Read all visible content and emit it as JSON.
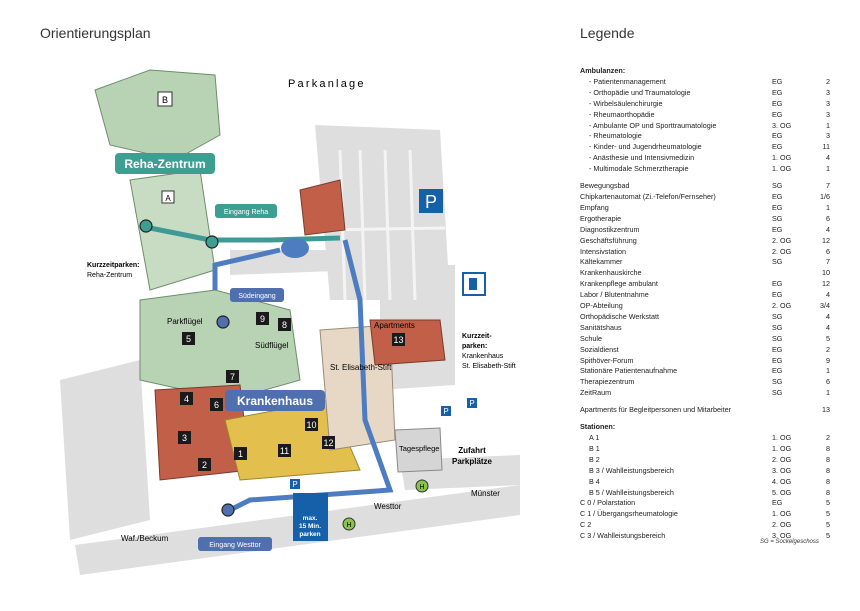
{
  "plan_title": "Orientierungsplan",
  "legend_title": "Legende",
  "map": {
    "parkanlage": "Parkanlage",
    "reha_zentrum": "Reha-Zentrum",
    "krankenhaus": "Krankenhaus",
    "eingang_reha": "Eingang Reha",
    "suedeingang": "Südeingang",
    "eingang_westtor": "Eingang Westtor",
    "parkfluegel": "Parkflügel",
    "suedfluegel": "Südflügel",
    "apartments": "Apartments",
    "st_elisabeth": "St. Elisabeth-Stift",
    "tagespflege": "Tagespflege",
    "zufahrt_1": "Zufahrt",
    "zufahrt_2": "Parkplätze",
    "westtor": "Westtor",
    "muenster": "Münster",
    "waf_beckum": "Waf./Beckum",
    "kurz_reha_1": "Kurzzeitparken:",
    "kurz_reha_2": "Reha-Zentrum",
    "kurz_kh_1": "Kurzzeit-",
    "kurz_kh_2": "parken:",
    "kurz_kh_3": "Krankenhaus",
    "kurz_kh_4": "St. Elisabeth-Stift",
    "parking_sign": "P",
    "p_small_1": "P",
    "p_small_2": "P",
    "p_small_3": "P",
    "max_1": "max.",
    "max_2": "15 Min.",
    "max_3": "parken",
    "h_1": "H",
    "h_2": "H",
    "bldg_b": "B",
    "bldg_a": "A",
    "numbers": [
      "1",
      "2",
      "3",
      "4",
      "5",
      "6",
      "7",
      "8",
      "9",
      "10",
      "11",
      "12",
      "13"
    ]
  },
  "legend": {
    "ambulanzen_title": "Ambulanzen:",
    "ambulanzen": [
      {
        "name": "- Patientenmanagement",
        "floor": "EG",
        "pos": "2"
      },
      {
        "name": "- Orthopädie und Traumatologie",
        "floor": "EG",
        "pos": "3"
      },
      {
        "name": "- Wirbelsäulenchirurgie",
        "floor": "EG",
        "pos": "3"
      },
      {
        "name": "- Rheumaorthopädie",
        "floor": "EG",
        "pos": "3"
      },
      {
        "name": "- Ambulante OP und Sporttraumatologie",
        "floor": "3. OG",
        "pos": "1"
      },
      {
        "name": "- Rheumatologie",
        "floor": "EG",
        "pos": "3"
      },
      {
        "name": "- Kinder- und Jugendrheumatologie",
        "floor": "EG",
        "pos": "11"
      },
      {
        "name": "- Anästhesie und Intensivmedizin",
        "floor": "1. OG",
        "pos": "4"
      },
      {
        "name": "- Multimodale Schmerztherapie",
        "floor": "1. OG",
        "pos": "1"
      }
    ],
    "general": [
      {
        "name": "Bewegungsbad",
        "floor": "SG",
        "pos": "7"
      },
      {
        "name": "Chipkartenautomat (Zi.-Telefon/Fernseher)",
        "floor": "EG",
        "pos": "1/6"
      },
      {
        "name": "Empfang",
        "floor": "EG",
        "pos": "1"
      },
      {
        "name": "Ergotherapie",
        "floor": "SG",
        "pos": "6"
      },
      {
        "name": "Diagnostikzentrum",
        "floor": "EG",
        "pos": "4"
      },
      {
        "name": "Geschäftsführung",
        "floor": "2. OG",
        "pos": "12"
      },
      {
        "name": "Intensivstation",
        "floor": "2. OG",
        "pos": "6"
      },
      {
        "name": "Kältekammer",
        "floor": "SG",
        "pos": "7"
      },
      {
        "name": "Krankenhauskirche",
        "floor": "",
        "pos": "10"
      },
      {
        "name": "Krankenpflege ambulant",
        "floor": "EG",
        "pos": "12"
      },
      {
        "name": "Labor / Blutentnahme",
        "floor": "EG",
        "pos": "4"
      },
      {
        "name": "OP-Abteilung",
        "floor": "2. OG",
        "pos": "3/4"
      },
      {
        "name": "Orthopädische Werkstatt",
        "floor": "SG",
        "pos": "4"
      },
      {
        "name": "Sanitätshaus",
        "floor": "SG",
        "pos": "4"
      },
      {
        "name": "Schule",
        "floor": "SG",
        "pos": "5"
      },
      {
        "name": "Sozialdienst",
        "floor": "EG",
        "pos": "2"
      },
      {
        "name": "Spithöver-Forum",
        "floor": "EG",
        "pos": "9"
      },
      {
        "name": "Stationäre Patientenaufnahme",
        "floor": "EG",
        "pos": "1"
      },
      {
        "name": "Therapiezentrum",
        "floor": "SG",
        "pos": "6"
      },
      {
        "name": "ZeitRaum",
        "floor": "SG",
        "pos": "1"
      }
    ],
    "apartments": {
      "name": "Apartments für Begleitpersonen und Mitarbeiter",
      "floor": "",
      "pos": "13"
    },
    "stationen_title": "Stationen:",
    "stationen": [
      {
        "name": "A 1",
        "floor": "1. OG",
        "pos": "2",
        "sub": true
      },
      {
        "name": "B 1",
        "floor": "1. OG",
        "pos": "8",
        "sub": true
      },
      {
        "name": "B 2",
        "floor": "2. OG",
        "pos": "8",
        "sub": true
      },
      {
        "name": "B 3 / Wahlleistungsbereich",
        "floor": "3. OG",
        "pos": "8",
        "sub": true
      },
      {
        "name": "B 4",
        "floor": "4. OG",
        "pos": "8",
        "sub": true
      },
      {
        "name": "B 5 / Wahlleistungsbereich",
        "floor": "5. OG",
        "pos": "8",
        "sub": true
      },
      {
        "name": "C 0 / Polarstation",
        "floor": "EG",
        "pos": "5",
        "sub": false
      },
      {
        "name": "C 1 / Übergangsrheumatologie",
        "floor": "1. OG",
        "pos": "5",
        "sub": false
      },
      {
        "name": "C 2",
        "floor": "2. OG",
        "pos": "5",
        "sub": false
      },
      {
        "name": "C 3 / Wahlleistungsbereich",
        "floor": "3. OG",
        "pos": "5",
        "sub": false
      }
    ],
    "footnote": "SG = Sockelgeschoss"
  },
  "colors": {
    "reha_teal": "#3d9e92",
    "hospital_blue": "#4f6fae",
    "parking_blue": "#1560a8",
    "path_teal": "#3f9a95",
    "path_blue": "#4d7cc0",
    "road_gray": "#dedede",
    "building_green": "#b8d3b4",
    "building_red": "#c25f49",
    "building_yellow": "#e3c04e"
  }
}
